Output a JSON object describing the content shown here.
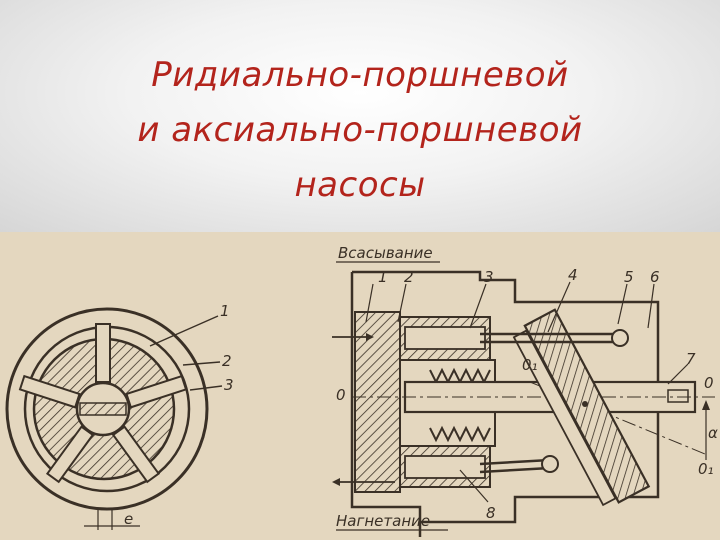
{
  "slide": {
    "title_lines": [
      "Ридиально-поршневой",
      "и аксиально-поршневой",
      "насосы"
    ]
  },
  "radial_pump": {
    "labels": [
      "1",
      "2",
      "3",
      "e"
    ]
  },
  "axial_pump": {
    "suction_label": "Всасывание",
    "discharge_label": "Нагнетание",
    "part_numbers": [
      "1",
      "2",
      "3",
      "4",
      "5",
      "6",
      "7",
      "8"
    ],
    "axis_labels": [
      "0",
      "0₁",
      "0",
      "0₁",
      "α"
    ]
  },
  "colors": {
    "title": "#b3241c",
    "paper": "#e4d7bf",
    "ink": "#3a3026"
  }
}
